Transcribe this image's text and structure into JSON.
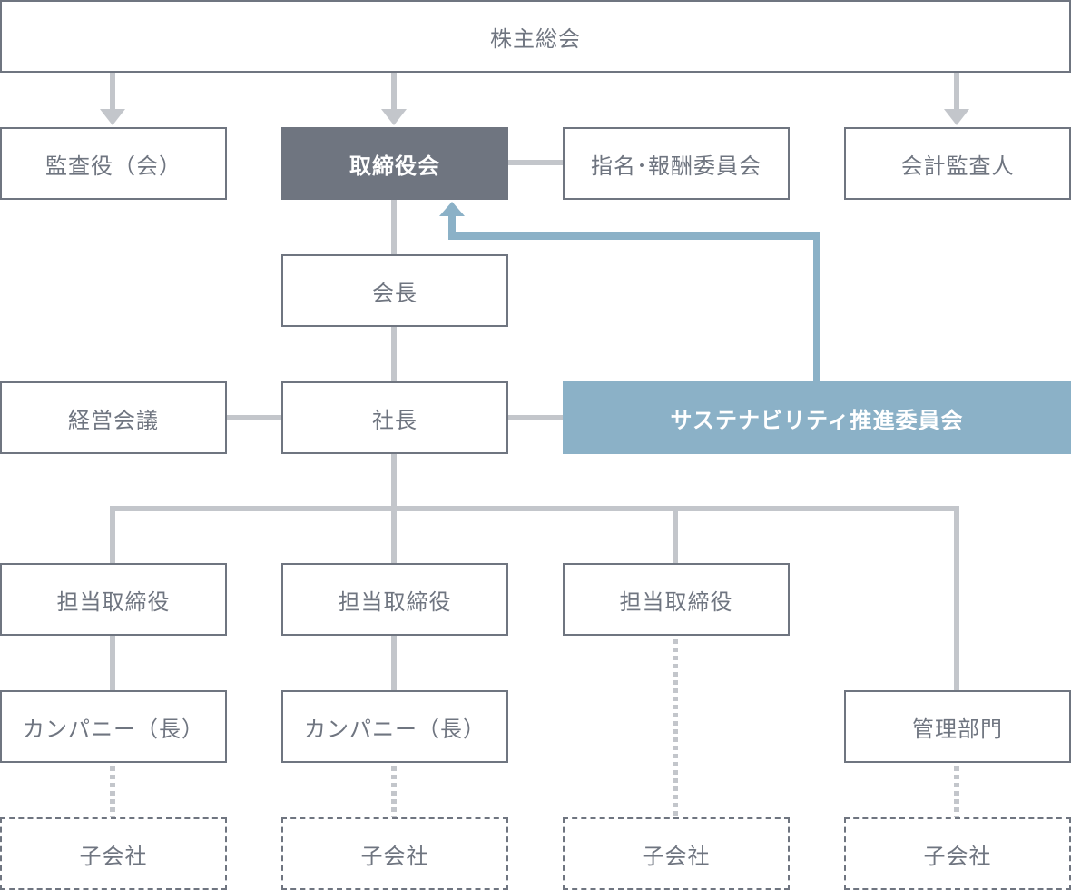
{
  "nodes": {
    "shareholders": "株主総会",
    "auditors": "監査役（会）",
    "board": "取締役会",
    "nomination": "指名･報酬委員会",
    "accounting_auditor": "会計監査人",
    "chairman": "会長",
    "management_meeting": "経営会議",
    "president": "社長",
    "sustainability": "サステナビリティ推進委員会",
    "officer_1": "担当取締役",
    "officer_2": "担当取締役",
    "officer_3": "担当取締役",
    "company_1": "カンパニー（長）",
    "company_2": "カンパニー（長）",
    "admin": "管理部門",
    "sub_1": "子会社",
    "sub_2": "子会社",
    "sub_3": "子会社",
    "sub_4": "子会社"
  },
  "colors": {
    "text": "#6f7580",
    "line": "#c3c6cb",
    "board_fill": "#6f7580",
    "sustainability_fill": "#8bb1c7",
    "report_arrow": "#8bb1c7"
  }
}
